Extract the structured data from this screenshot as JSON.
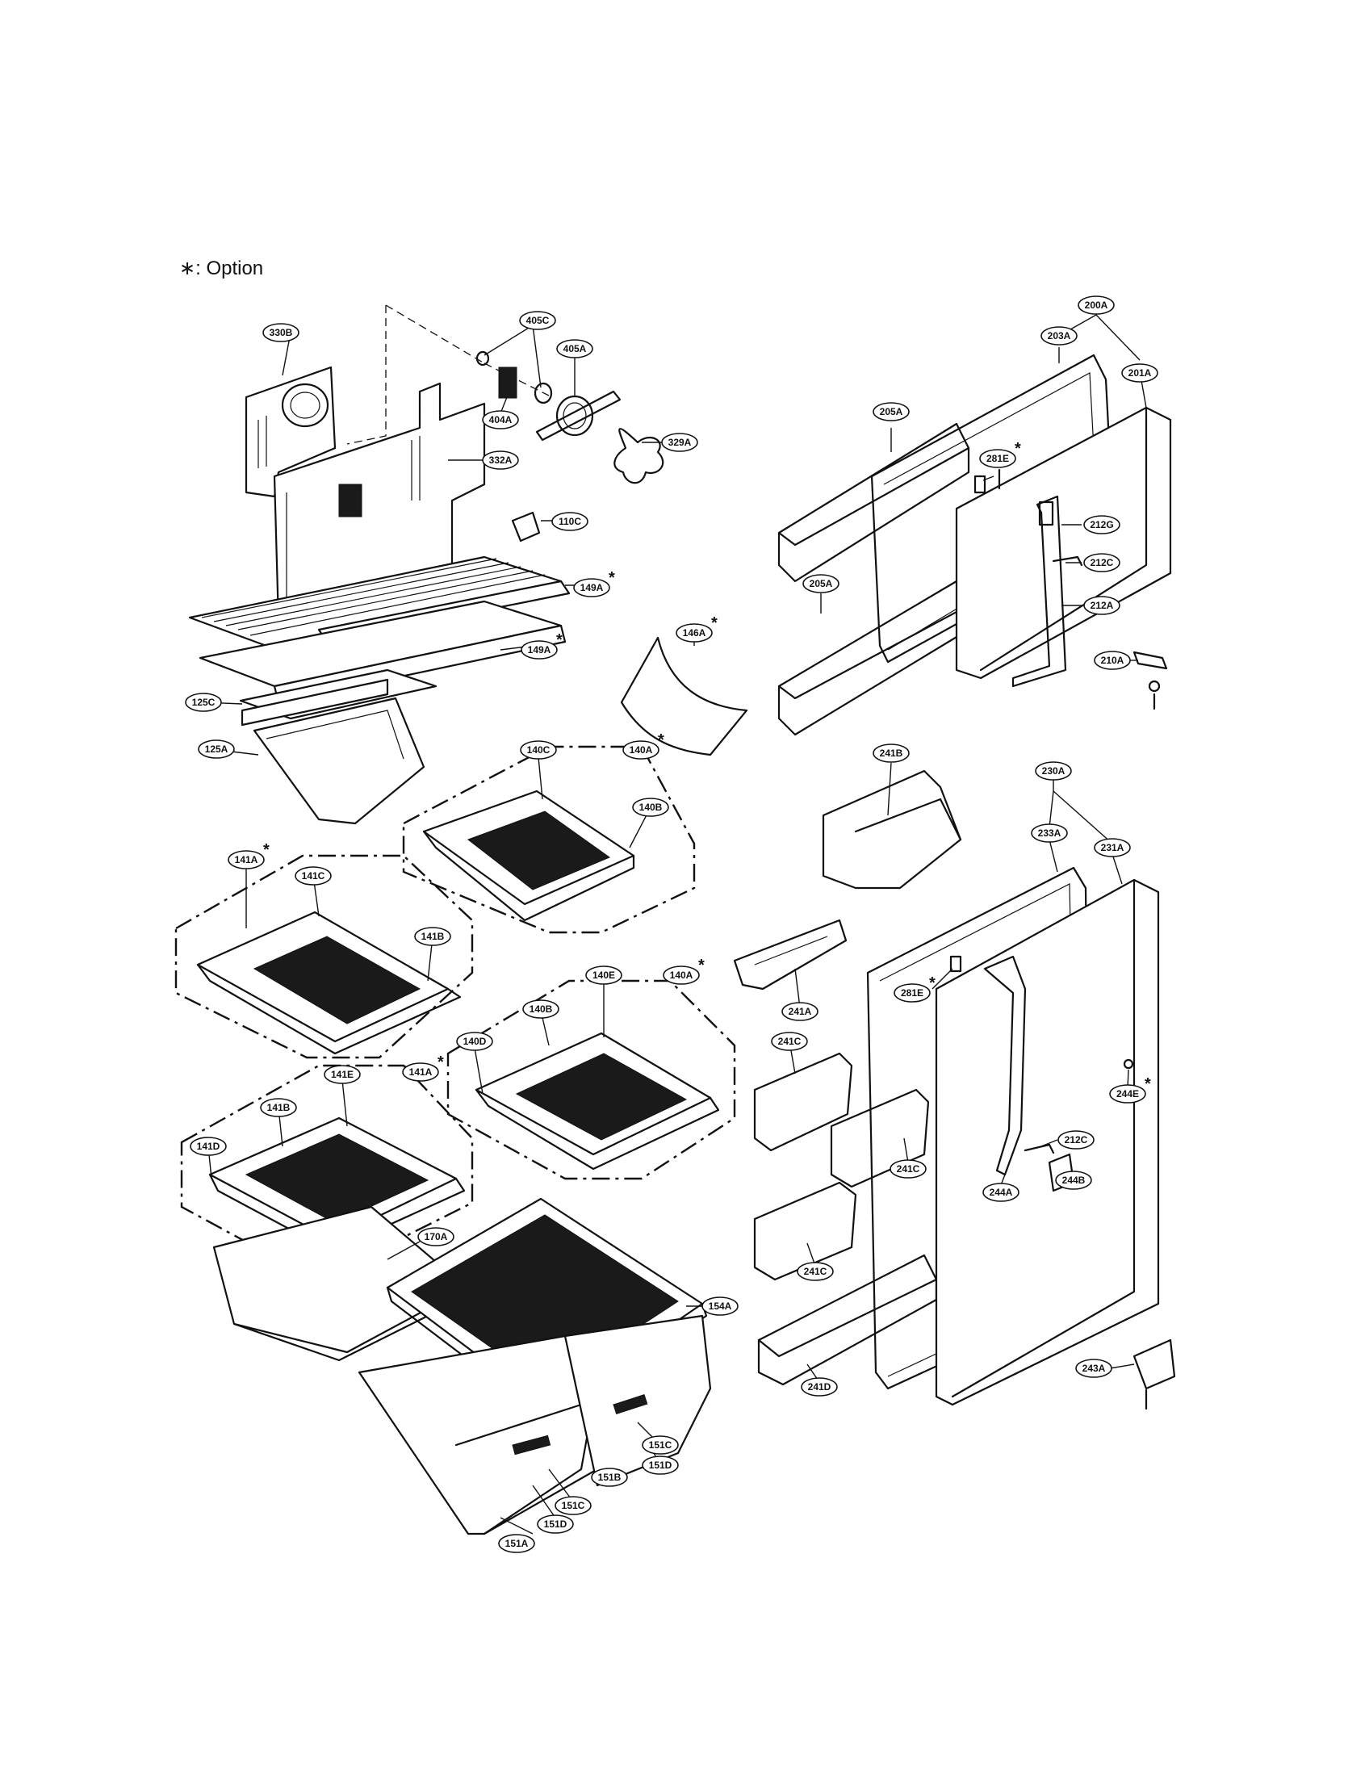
{
  "legend": {
    "symbol": "∗",
    "text": ": Option"
  },
  "parts": {
    "p330B": "330B",
    "p405C": "405C",
    "p405A": "405A",
    "p404A": "404A",
    "p329A": "329A",
    "p332A": "332A",
    "p110C": "110C",
    "p149A_1": "149A",
    "p149A_2": "149A",
    "p125C": "125C",
    "p125A": "125A",
    "p146A": "146A",
    "p140C": "140C",
    "p140A_1": "140A",
    "p140B_1": "140B",
    "p141A_1": "141A",
    "p141C": "141C",
    "p141B_1": "141B",
    "p140E": "140E",
    "p140A_2": "140A",
    "p140B_2": "140B",
    "p140D": "140D",
    "p141E": "141E",
    "p141A_2": "141A",
    "p141B_2": "141B",
    "p141D": "141D",
    "p170A": "170A",
    "p154A": "154A",
    "p151C_1": "151C",
    "p151D_1": "151D",
    "p151B": "151B",
    "p151C_2": "151C",
    "p151D_2": "151D",
    "p151A": "151A",
    "p200A": "200A",
    "p203A": "203A",
    "p201A": "201A",
    "p205A_1": "205A",
    "p281E_1": "281E",
    "p212G": "212G",
    "p212C_1": "212C",
    "p205A_2": "205A",
    "p212A": "212A",
    "p210A": "210A",
    "p241B": "241B",
    "p230A": "230A",
    "p233A": "233A",
    "p231A": "231A",
    "p281E_2": "281E",
    "p241A": "241A",
    "p241C_1": "241C",
    "p244E": "244E",
    "p212C_2": "212C",
    "p241C_2": "241C",
    "p244A": "244A",
    "p244B": "244B",
    "p241C_3": "241C",
    "p243A": "243A",
    "p241D": "241D"
  }
}
